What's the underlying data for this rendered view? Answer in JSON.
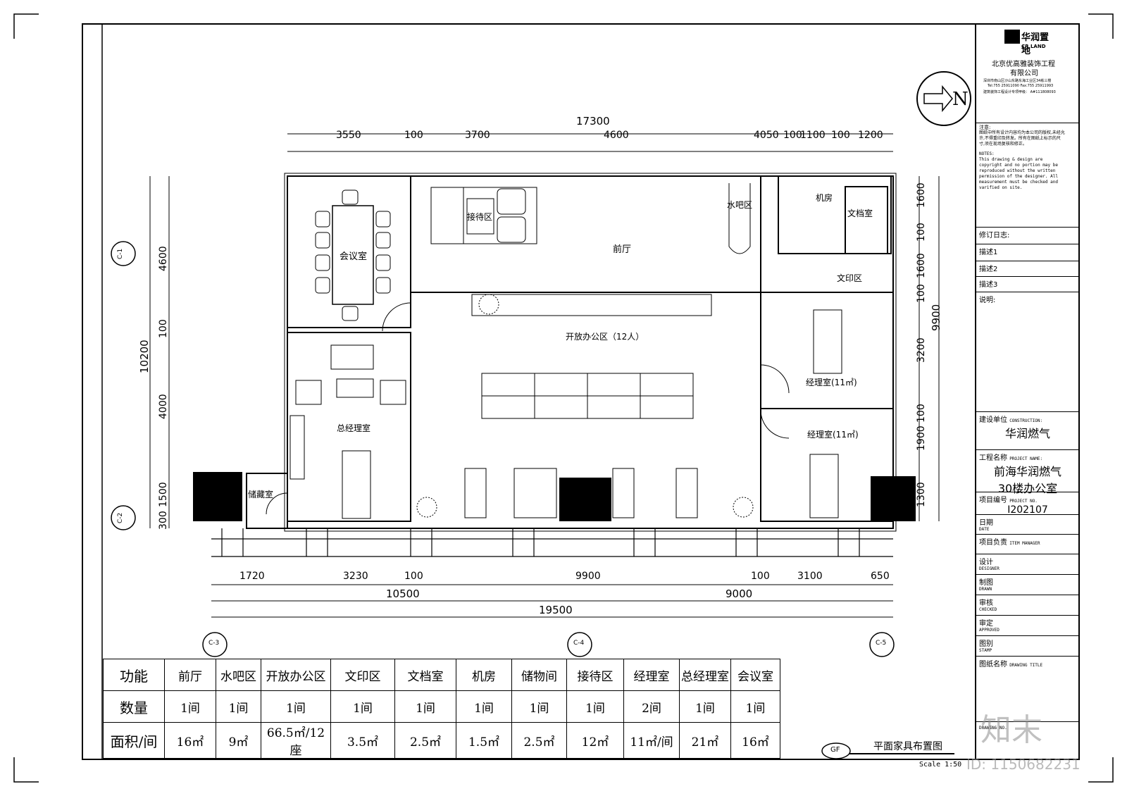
{
  "company": {
    "logo_text": "华润置地",
    "logo_sub": "CR LAND",
    "name_line1": "北京优高雅装饰工程",
    "name_line2": "有限公司",
    "address_line1": "深圳市南山区沙山东路东海工业区34栋三楼",
    "address_line2": "Tel:755 25911090  Fax:755 25911993",
    "address_line3": "建筑装饰工程设计专项甲级：  A#111808093"
  },
  "notes": {
    "cn_title": "注意:",
    "cn_text": "图纸中所有设计内容均为本公司的版权,未经允许,不得重印及转发。所有在图纸上标示的尺寸,须在现场复核和修正。",
    "en_title": "NOTES:",
    "en_text": "This drawing & design are copyright and no portion may be reproduced without the written permission of the designer. All measurement must be checked and varified on site."
  },
  "revision": {
    "title": "修订日志:",
    "items": [
      "描述1",
      "描述2",
      "描述3"
    ],
    "remark_label": "说明:"
  },
  "project": {
    "construction_label": "建设单位",
    "construction_label_en": "CONSTRUCTION:",
    "construction_value": "华润燃气",
    "name_label": "工程名称",
    "name_label_en": "PROJECT NAME:",
    "name_value_line1": "前海华润燃气",
    "name_value_line2": "30楼办公室",
    "number_label": "项目编号",
    "number_label_en": "PROJECT NO.",
    "number_value": "I202107",
    "date_label": "日期",
    "date_label_en": "DATE",
    "manager_label": "项目负责",
    "manager_label_en": "ITEM MANAGER",
    "designer_label": "设计",
    "designer_label_en": "DESIGNER",
    "drawn_label": "制图",
    "drawn_label_en": "DRAWN",
    "checked_label": "审核",
    "checked_label_en": "CHECKED",
    "approved_label": "审定",
    "approved_label_en": "APPROVED",
    "stamp_label": "图别",
    "stamp_label_en": "STAMP",
    "title_label": "图纸名称",
    "title_label_en": "DRAWING TITLE",
    "drawing_no_label_en": "DRAWING NO."
  },
  "plan": {
    "north_label": "N",
    "drawing_title": "平面家具布置图",
    "scale": "Scale 1:50",
    "tag": "GF",
    "rooms": {
      "meeting": "会议室",
      "reception": "接待区",
      "water_bar": "水吧区",
      "server": "机房",
      "archive": "文档室",
      "lobby": "前厅",
      "print": "文印区",
      "open_office": "开放办公区（12人）",
      "manager1": "经理室(11㎡)",
      "manager2": "经理室(11㎡)",
      "gm": "总经理室",
      "storage": "储藏室"
    },
    "dims_top": {
      "total": "17300",
      "segments": [
        "3550",
        "100",
        "3700",
        "4600",
        "4050",
        "100",
        "1100",
        "100",
        "1200"
      ]
    },
    "dims_bottom": {
      "segments": [
        "1720",
        "3230",
        "100",
        "9900",
        "100",
        "3100",
        "650"
      ],
      "sub": [
        "10500",
        "9000"
      ],
      "total": "19500"
    },
    "dims_left": {
      "total": "10200",
      "segments": [
        "4600",
        "100",
        "4000",
        "1500",
        "300"
      ]
    },
    "dims_right": {
      "total": "9900",
      "segments": [
        "1600",
        "100",
        "1600",
        "100",
        "3200",
        "100",
        "1900",
        "1300"
      ]
    },
    "axis_tags": [
      "C-1",
      "C-2",
      "C-3",
      "C-4",
      "C-5"
    ]
  },
  "function_table": {
    "row_headers": [
      "功能",
      "数量",
      "面积/间"
    ],
    "columns": [
      {
        "name": "前厅",
        "qty": "1间",
        "area": "16㎡"
      },
      {
        "name": "水吧区",
        "qty": "1间",
        "area": "9㎡"
      },
      {
        "name": "开放办公区",
        "qty": "1间",
        "area": "66.5㎡/12座"
      },
      {
        "name": "文印区",
        "qty": "1间",
        "area": "3.5㎡"
      },
      {
        "name": "文档室",
        "qty": "1间",
        "area": "2.5㎡"
      },
      {
        "name": "机房",
        "qty": "1间",
        "area": "1.5㎡"
      },
      {
        "name": "储物间",
        "qty": "1间",
        "area": "2.5㎡"
      },
      {
        "name": "接待区",
        "qty": "1间",
        "area": "12㎡"
      },
      {
        "name": "经理室",
        "qty": "2间",
        "area": "11㎡/间"
      },
      {
        "name": "总经理室",
        "qty": "1间",
        "area": "21㎡"
      },
      {
        "name": "会议室",
        "qty": "1间",
        "area": "16㎡"
      }
    ]
  },
  "watermark": {
    "brand": "知末",
    "id": "ID: 1150682231"
  }
}
